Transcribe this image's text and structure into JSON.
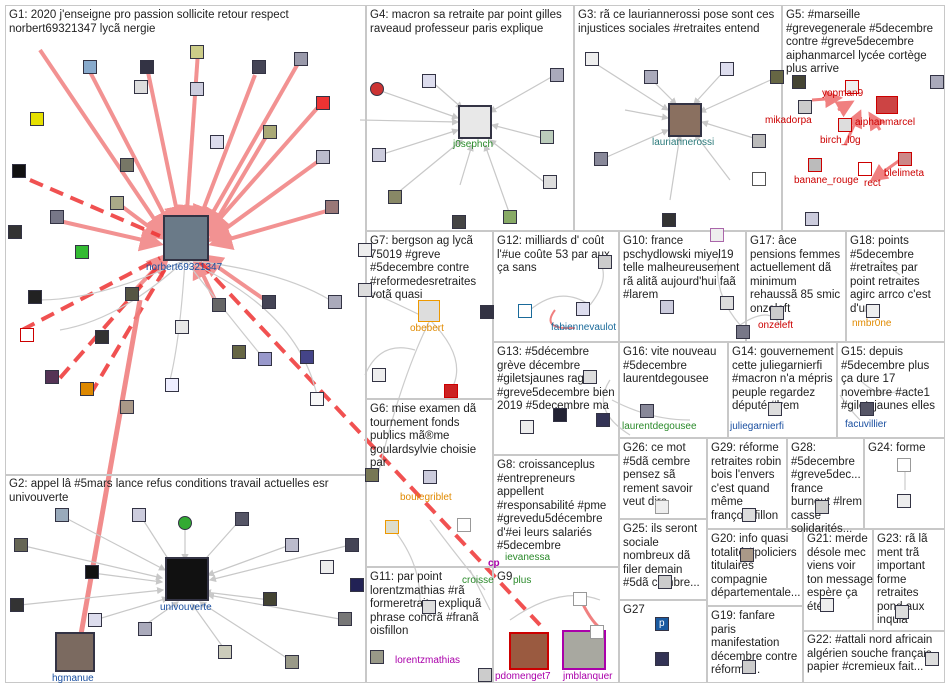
{
  "groups": [
    {
      "id": "G1",
      "title": "G1: 2020 j'enseigne pro passion sollicite retour respect norbert69321347 lycã nergie"
    },
    {
      "id": "G2",
      "title": "G2: appel lâ #5mars lance refus conditions travail actuelles esr univouverte"
    },
    {
      "id": "G3",
      "title": "G3: rã ce lauriannerossi pose sont ces injustices sociales #retraites entend"
    },
    {
      "id": "G4",
      "title": "G4: macron sa retraite par point gilles raveaud professeur paris explique"
    },
    {
      "id": "G5",
      "title": "G5: #marseille #grevegenerale #5decembre contre #greve5decembre aiphanmarcel lycée cortège plus arrive"
    },
    {
      "id": "G6",
      "title": "G6: mise examen dã tournement fonds publics mã®me goulardsylvie choisie par"
    },
    {
      "id": "G7",
      "title": "G7: bergson ag lycã 75019 #greve #5decembre contre #reformedesretraites votã quasi"
    },
    {
      "id": "G8",
      "title": "G8: croissanceplus #entrepreneurs appellent #responsabilité #pme #grevedu5décembre d'#ei leurs salariés #5decembre"
    },
    {
      "id": "G9",
      "title": "G9"
    },
    {
      "id": "G10",
      "title": "G10: france pschydlowski miyel19 telle malheureusement rã alitã aujourd'hui faã #larem"
    },
    {
      "id": "G11",
      "title": "G11: par point lorentzmathias #rã formeretraite expliquã phrase concrã #franã oisfillon"
    },
    {
      "id": "G12",
      "title": "G12: milliards d' coût l'#ue coûte 53 par aux ça sans"
    },
    {
      "id": "G13",
      "title": "G13: #5décembre grève décembre #giletsjaunes rage #greve5decembre bien 2019 #5decembre ma"
    },
    {
      "id": "G14",
      "title": "G14: gouvernement cette juliegarnierfi #macron n'a mépris peuple regardez député #lrem"
    },
    {
      "id": "G15",
      "title": "G15: depuis #5decembre plus ça dure 17 novembre #acte1 #giletsjaunes elles"
    },
    {
      "id": "G16",
      "title": "G16: vite nouveau #5decembre laurentdegousee"
    },
    {
      "id": "G17",
      "title": "G17: âce pensions femmes actuellement dã minimum rehaussã 85 smic onzeleft"
    },
    {
      "id": "G18",
      "title": "G18: points #5decembre #retraites par point retraites agirc arrco c'est d'un"
    },
    {
      "id": "G19",
      "title": "G19: fanfare paris manifestation décembre contre réforme..."
    },
    {
      "id": "G20",
      "title": "G20: info quasi totalité #policiers titulaires compagnie départementale..."
    },
    {
      "id": "G21",
      "title": "G21: merde désole mec viens voir ton message espère ça été"
    },
    {
      "id": "G22",
      "title": "G22: #attali nord africain algérien souche français papier #cremieux fait..."
    },
    {
      "id": "G23",
      "title": "G23: rã lã ment trã important forme retraites pond aux inquiã"
    },
    {
      "id": "G24",
      "title": "G24: forme"
    },
    {
      "id": "G25",
      "title": "G25: ils seront sociale nombreux dã filer demain #5dã cembre..."
    },
    {
      "id": "G26",
      "title": "G26: ce mot #5dã cembre pensez sã rement savoir veut dire"
    },
    {
      "id": "G27",
      "title": "G27"
    },
    {
      "id": "G28",
      "title": "G28: #5decembre #greve5dec... france burnout #lrem casse solidarités..."
    },
    {
      "id": "G29",
      "title": "G29: réforme retraites robin bois l'envers c'est quand même françois fillon"
    }
  ],
  "nodes": {
    "norbert": "norbert69321347",
    "univouverte": "univouverte",
    "hgmanue": "hgmanue",
    "j0sephch": "j0sephch",
    "lauriannerossi": "lauriannerossi",
    "yopman9": "yopman9",
    "mikadorpa": "mikadorpa",
    "aiphanmarcel": "aiphanmarcel",
    "birch": "birch_l0g",
    "banane": "banane_rouge",
    "rect": "rect",
    "bleli": "blelimeta",
    "obebert": "obebert",
    "fabienne": "fabiennevaulot",
    "onzeleft": "onzeleft",
    "nmbr": "nmbr0ne",
    "juliegarnierfi": "juliegarnierfi",
    "laurentdegousee": "laurentdegousee",
    "facuvillier": "facuvillier",
    "boulegriblet": "boulegriblet",
    "lorentzmathias": "lorentzmathias",
    "croisse": "croisse",
    "vanessa": "ievanessa",
    "plus": "plus",
    "pdomenget7": "pdomenget7",
    "jmblanquer": "jmblanquer",
    "cp": "cp",
    "p": "p"
  },
  "colors": {
    "edge_strong": "#f08080",
    "edge_dash": "#ee3333",
    "edge_light": "#cccccc",
    "border": "#c8c8c8"
  }
}
